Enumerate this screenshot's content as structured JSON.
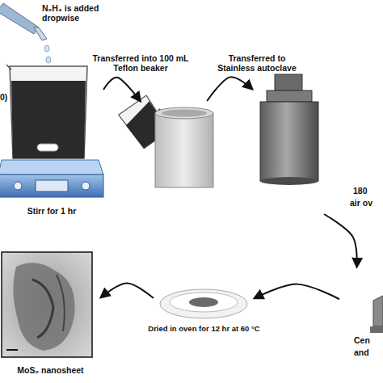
{
  "diagram": {
    "nodes": [
      {
        "text": [
          "Stirr for 1 hr"
        ]
      },
      {
        "text": []
      },
      {
        "text": [
          "180",
          "air ov"
        ]
      },
      {
        "text": [
          "Cen",
          "and"
        ]
      },
      {
        "text": [
          "Dried in oven for 12 hr at 60 °C"
        ]
      },
      {
        "text": [
          "MoS₂ nanosheet"
        ]
      }
    ],
    "edges": [
      {
        "from": 0,
        "to": 1,
        "arrow": "to",
        "label": "Transferred into 100 mL Teflon beaker"
      },
      {
        "from": 1,
        "to": 2,
        "arrow": "to",
        "label": "Transferred to Stainless autoclave"
      },
      {
        "from": 2,
        "to": 3,
        "arrow": "to"
      },
      {
        "from": 3,
        "to": 4,
        "arrow": "to"
      },
      {
        "from": 4,
        "to": 5,
        "arrow": "to"
      }
    ],
    "labels": [
      "N₂H₄ is added dropwise",
      "0)"
    ]
  }
}
